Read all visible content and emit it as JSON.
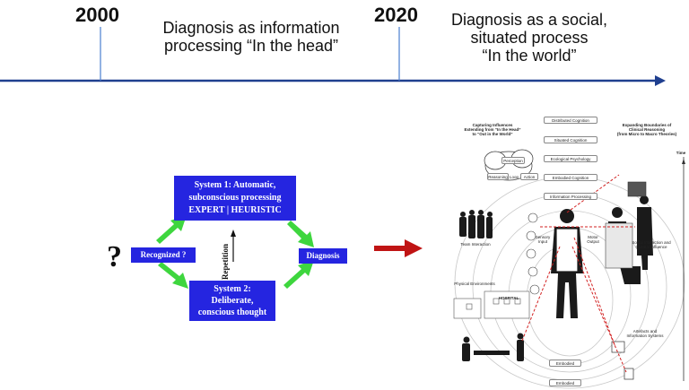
{
  "timeline": {
    "year_start": "2000",
    "year_end": "2020",
    "caption_left": [
      "Diagnosis as information",
      "processing “In the head”"
    ],
    "caption_right": [
      "Diagnosis as a social,",
      "situated process",
      "“In the world”"
    ],
    "line_color": "#1f3f8f"
  },
  "left_diagram": {
    "question_mark": "?",
    "recognized": "Recognized ?",
    "system1": [
      "System 1: Automatic,",
      "subconscious processing",
      "EXPERT | HEURISTIC"
    ],
    "system2": [
      "System 2:",
      "Deliberate,",
      "conscious thought"
    ],
    "repetition": "Repetition",
    "diagnosis": "Diagnosis",
    "box_color": "#2525e0",
    "arrow_color": "#3ed63e",
    "center_arrow_color": "#c01414"
  },
  "right_diagram": {
    "left_heading": [
      "Capturing Influences",
      "Extending from “In the Head”",
      "to “Out in the World”"
    ],
    "right_heading": [
      "Expanding Boundaries of",
      "Clinical Reasoning",
      "(from Micro to Macro Theories)"
    ],
    "time_label": "Time",
    "rings": [
      "Distributed Cognition",
      "Situated Cognition",
      "Ecological Psychology",
      "Embodied Cognition",
      "Information Processing"
    ],
    "cloud": {
      "perception": "Perception",
      "reasoning": "Reasoning",
      "action": "Action",
      "loop": "Loop"
    },
    "labels": {
      "team": "Team Interaction",
      "social": [
        "Social Interaction and",
        "Cultural Influence"
      ],
      "physical": "Physical Environments",
      "hospital": "HOSPITAL",
      "artefacts": [
        "Artefacts and",
        "Information Systems"
      ],
      "sensory": "Sensory Input",
      "motor": "Motor Output",
      "embodied": "Embodied"
    }
  }
}
